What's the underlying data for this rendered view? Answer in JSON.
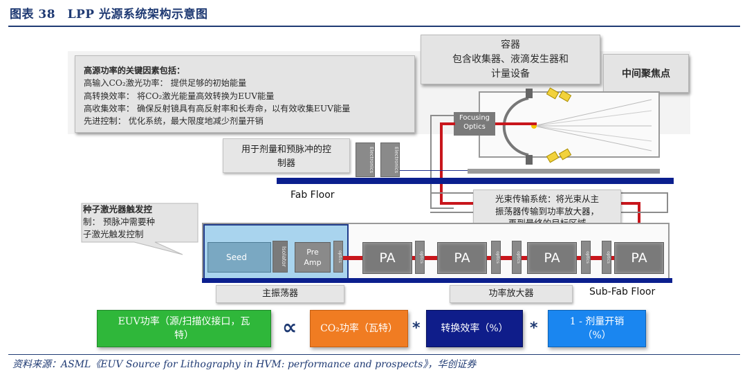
{
  "header": {
    "title": "图表 38　LPP 光源系统架构示意图"
  },
  "callouts": {
    "key_factors": {
      "heading": "高源功率的关键因素包括：",
      "lines": [
        "高输入CO₂激光功率： 提供足够的初始能量",
        "高转换效率： 将CO₂激光能量高效转换为EUV能量",
        "高收集效率： 确保反射镜具有高反射率和长寿命，以有效收集EUV能量",
        "先进控制： 优化系统，最大限度地减少剂量开销"
      ]
    },
    "vessel": {
      "line1": "容器",
      "line2": "包含收集器、液滴发生器和",
      "line3": "计量设备"
    },
    "focus_point": "中间聚焦点",
    "dose_control": {
      "line1": "用于剂量和预脉冲的控",
      "line2": "制器"
    },
    "seed_trigger": {
      "line1": "种子激光器触发控",
      "line2": "制：  预脉冲需要种",
      "line3": "子激光触发控制"
    },
    "beam_transport": {
      "line1": "光束传输系统：将光束从主",
      "line2": "振荡器传输到功率放大器，",
      "line3": "再到最终的目标区域"
    }
  },
  "components": {
    "focusing_optics": {
      "line1": "Focusing",
      "line2": "Optics"
    },
    "seed": "Seed",
    "isolator": "Isolator",
    "preamp": {
      "line1": "Pre",
      "line2": "Amp"
    },
    "pa_label": "PA",
    "optics": "optics",
    "electronics": "Electronics"
  },
  "floors": {
    "fab": "Fab Floor",
    "subfab": "Sub-Fab Floor"
  },
  "labels": {
    "master_osc": "主振荡器",
    "power_amp": "功率放大器"
  },
  "formula": {
    "euv_power": {
      "line1": "EUV功率（源/扫描仪接口，瓦",
      "line2": "特）",
      "color": "#2fb73a"
    },
    "proportional": "∝",
    "co2_power": {
      "text": "CO₂功率（瓦特）",
      "color": "#f07c22"
    },
    "times1": "*",
    "conversion": {
      "text": "转换效率（%）",
      "color": "#0f1d8a"
    },
    "times2": "*",
    "dose": {
      "line1": "1 - 剂量开销",
      "line2": "（%）",
      "color": "#1a86f0"
    }
  },
  "source": "资料来源：ASML《EUV Source for Lithography in HVM: performance and prospects》，华创证券"
}
